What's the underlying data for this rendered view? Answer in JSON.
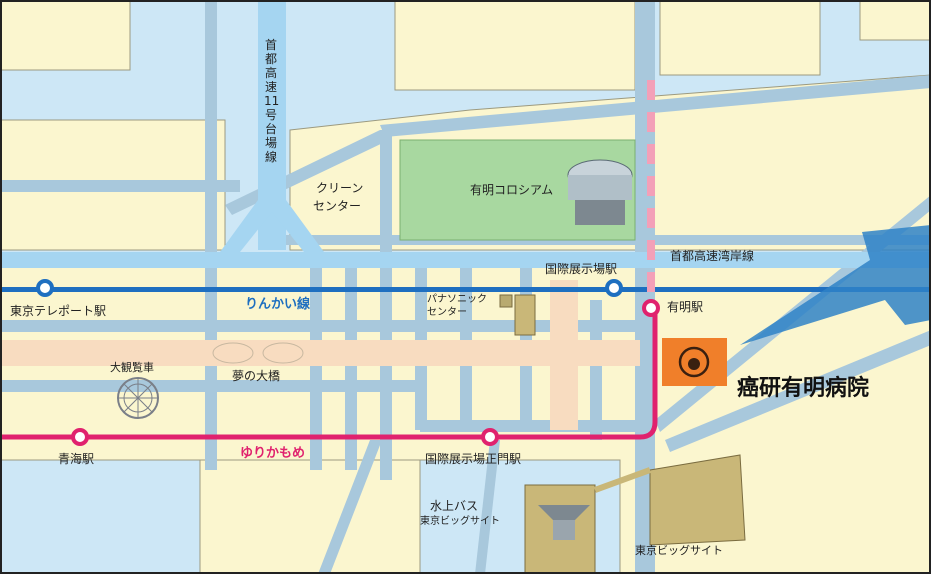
{
  "colors": {
    "water": "#cde7f6",
    "land": "#fbf6cf",
    "road": "#a8c8dc",
    "expressway": "#a5d5f1",
    "rinkai": "#1e6fc0",
    "yurikamome": "#e0226e",
    "park": "#a8d8a0",
    "promenade": "#f8dcc0",
    "hospital_logo": "#f07f2a"
  },
  "expressways": {
    "daiba_line": "首都高速11号台場線",
    "wangan_line": "首都高速湾岸線"
  },
  "rail_lines": {
    "rinkai": "りんかい線",
    "yurikamome": "ゆりかもめ"
  },
  "stations": {
    "tokyo_teleport": "東京テレポート駅",
    "kokusai_tenjijo": "国際展示場駅",
    "ariake": "有明駅",
    "aomi": "青海駅",
    "kokusai_tenjijo_seimon": "国際展示場正門駅"
  },
  "landmarks": {
    "clean_center": [
      "クリーン",
      "センター"
    ],
    "ariake_colosseum": "有明コロシアム",
    "panasonic_center": [
      "パナソニック",
      "センター"
    ],
    "ferris_wheel": "大観覧車",
    "yume_no_ohashi": "夢の大橋",
    "water_bus": "水上バス",
    "water_bus_stop": "東京ビッグサイト",
    "tokyo_big_sight": "東京ビッグサイト"
  },
  "hospital": {
    "name": "癌研有明病院",
    "logo_icon": "crab-logo-icon"
  }
}
